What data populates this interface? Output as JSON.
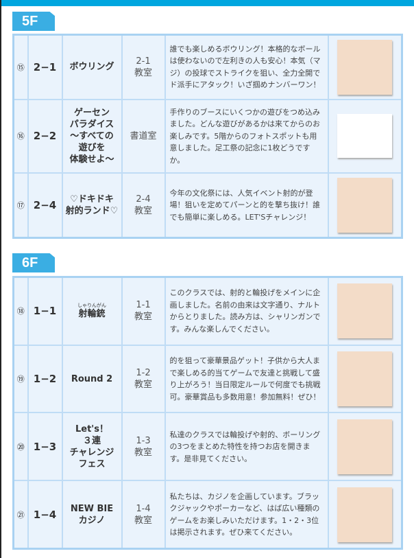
{
  "floors": [
    {
      "label": "5F",
      "rows": [
        {
          "num": "⑮",
          "class": "2−1",
          "name": "ボウリング",
          "room": "2-1\n教室",
          "desc": "誰でも楽しめるボウリング！本格的なボールは使わないので左利きの人も安心！本気（マジ）の投球でストライクを狙い、全力全開でド派手にアタック！いざ掴めナンバーワン！",
          "image": "drawing"
        },
        {
          "num": "⑯",
          "class": "2−2",
          "name": "ゲーセン\nパラダイス\n〜すべての\n遊びを\n体験せよ〜",
          "room": "書道室",
          "desc": "手作りのブースにいくつかの遊びをつめ込みました。どんな遊びがあるかは来てからのお楽しみです。5階からのフォトスポットも用意しました。足工祭の記念に1枚どうですか。",
          "image": "poster"
        },
        {
          "num": "⑰",
          "class": "2−4",
          "name": "♡ドキドキ\n射的ランド♡",
          "room": "2-4\n教室",
          "desc": "今年の文化祭には、人気イベント射的が登場！狙いを定めてパーンと的を撃ち抜け！誰でも簡単に楽しめる。LET'Sチャレンジ！",
          "image": "drawing"
        }
      ]
    },
    {
      "label": "6F",
      "rows": [
        {
          "num": "⑱",
          "class": "1−1",
          "ruby": "しゃりんがん",
          "name": "射輪銃",
          "room": "1-1\n教室",
          "desc": "このクラスでは、射的と輪投げをメインに企画しました。名前の由来は文字通り、ナルトからとりました。読み方は、シャリンガンです。みんな楽しんでください。",
          "image": "drawing"
        },
        {
          "num": "⑲",
          "class": "1−2",
          "name": "Round 2",
          "room": "1-2\n教室",
          "desc": "的を狙って豪華景品ゲット！子供から大人まで楽しめる的当てゲームで友達と挑戦して盛り上がろう！当日限定ルールで何度でも挑戦可。豪華賞品も多数用意！参加無料！ぜひ！",
          "image": "drawing"
        },
        {
          "num": "⑳",
          "class": "1−3",
          "name": "Let's！\n３連\nチャレンジ\nフェス",
          "room": "1-3\n教室",
          "desc": "私達のクラスでは輪投げや射的、ボーリングの3つをまとめた特性を持つお店を開きます。是非見てください。",
          "image": "drawing"
        },
        {
          "num": "㉑",
          "class": "1−4",
          "name": "NEW BIE\nカジノ",
          "room": "1-4\n教室",
          "desc": "私たちは、カジノを企画しています。ブラックジャックやポーカーなど、はば広い種類のゲームをお楽しみいただけます。1・2・3位は掲示されます。ぜひ来てください。",
          "image": "drawing"
        }
      ]
    }
  ],
  "colors": {
    "header_bar": "#00a6df",
    "floor_tab": "#3aaee3",
    "table_bg": "#eaf3fc",
    "border": "#a9d2f2",
    "drawing_bg": "#f3dcc8"
  }
}
